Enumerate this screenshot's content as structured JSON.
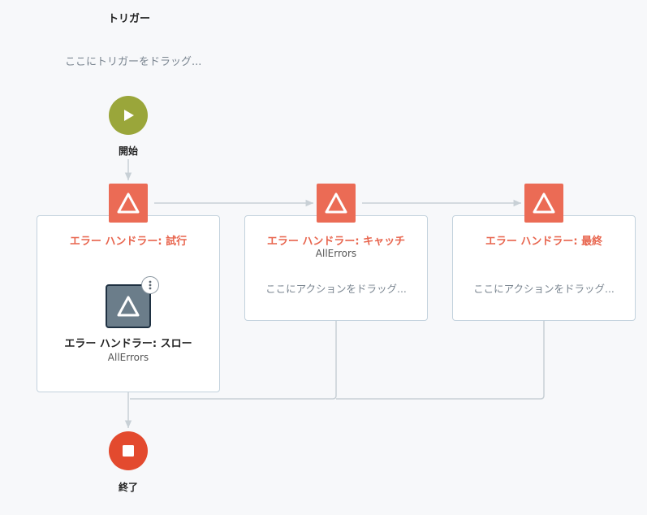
{
  "trigger": {
    "title": "トリガー",
    "drop_hint": "ここにトリガーをドラッグ..."
  },
  "start": {
    "label": "開始",
    "icon": "play-icon",
    "color": "#9aa63a"
  },
  "end": {
    "label": "終了",
    "icon": "stop-icon",
    "color": "#e34a2e"
  },
  "handlers": {
    "try": {
      "title": "エラー ハンドラー: 試行",
      "icon": "warning-triangle-icon"
    },
    "catch": {
      "title": "エラー ハンドラー: キャッチ",
      "subtitle": "AllErrors",
      "drop_hint": "ここにアクションをドラッグ..."
    },
    "finally": {
      "title": "エラー ハンドラー: 最終",
      "drop_hint": "ここにアクションをドラッグ..."
    }
  },
  "throw_action": {
    "label": "エラー ハンドラー: スロー",
    "subtitle": "AllErrors",
    "icon": "warning-triangle-icon",
    "menu_icon": "more-vertical-icon"
  },
  "colors": {
    "accent": "#eb6b55",
    "title_text": "#e8654e",
    "box_border": "#c3d2dd",
    "connector": "#c8d0d6"
  }
}
